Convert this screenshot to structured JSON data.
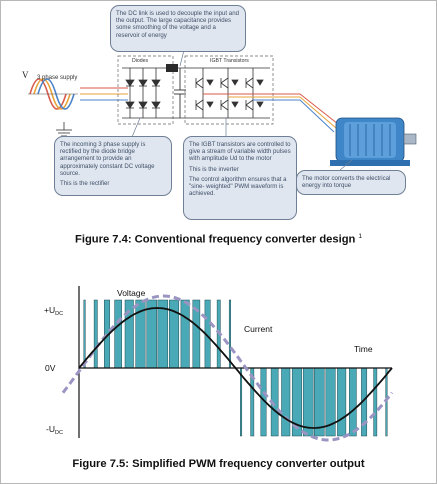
{
  "figure1": {
    "caption": "Figure 7.4:  Conventional frequency converter design",
    "footnote": "1",
    "supply_symbol": "V",
    "supply_label": "3 phase supply",
    "diodes_label": "Diodes",
    "igbt_label": "IGBT Transistors",
    "callout_dc_link": "The DC link is used to decouple the input and the output. The large capacitance provides some smoothing of the voltage and a reservoir of energy",
    "callout_rectifier_1": "The incoming 3 phase supply is rectified by the diode bridge arrangement to provide an approximately constant DC voltage source.",
    "callout_rectifier_2": "This is the rectifier",
    "callout_igbt_1": "The IGBT transistors are controlled to give a stream of variable width pulses with amplitude Ud to the motor",
    "callout_igbt_2": "This is the inverter",
    "callout_igbt_3": "The control algorithm ensures that a \"sine- weighted\" PWM waveform is achieved.",
    "callout_motor": "The motor converts the electrical energy into torque",
    "colors": {
      "callout_fill": "#dfe6ef",
      "callout_border": "#6f7f95",
      "phase_red": "#d85a4a",
      "phase_orange": "#e7a23a",
      "phase_blue": "#4a82c8",
      "motor": "#3f86c9"
    }
  },
  "figure2": {
    "caption": "Figure 7.5:  Simplified PWM frequency converter output",
    "y_top_label": "+U",
    "y_top_sub": "DC",
    "y_mid_label": "0V",
    "y_bottom_label": "-U",
    "y_bottom_sub": "DC",
    "voltage_label": "Voltage",
    "current_label": "Current",
    "time_label": "Time",
    "colors": {
      "pulse_fill": "#4aa9b6",
      "pulse_stroke": "#1f4a52",
      "sine": "#111111",
      "current_dashed": "#9a94c2"
    }
  }
}
